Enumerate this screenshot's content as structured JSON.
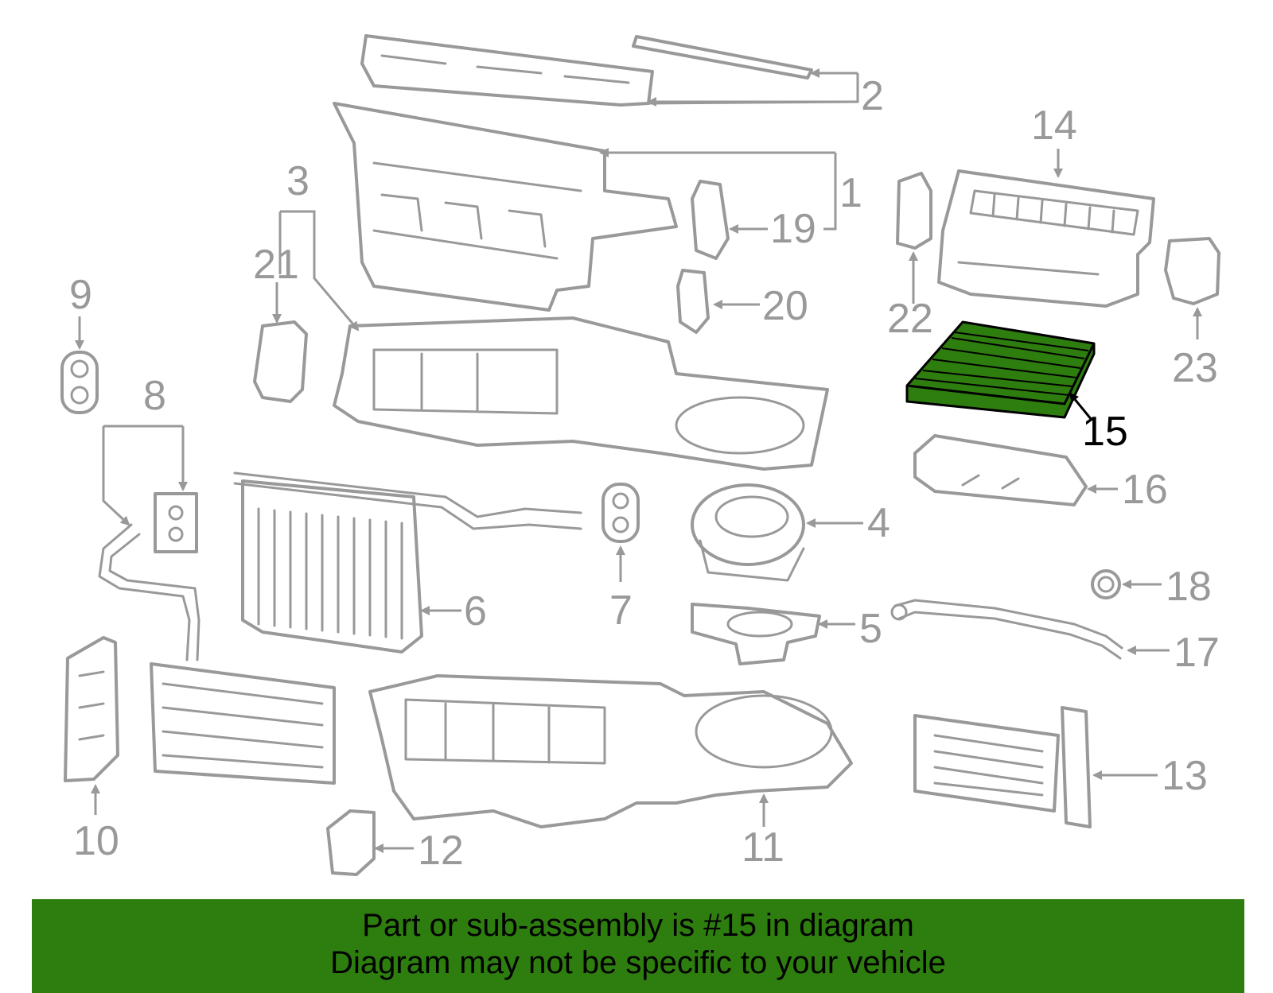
{
  "labels": [
    "1",
    "2",
    "3",
    "4",
    "5",
    "6",
    "7",
    "8",
    "9",
    "10",
    "11",
    "12",
    "13",
    "14",
    "15",
    "16",
    "17",
    "18",
    "19",
    "20",
    "21",
    "22",
    "23"
  ],
  "highlighted_part": "15",
  "colors": {
    "outline": "#999999",
    "highlight_fill": "#2e7d0f",
    "banner_bg": "#2e7d0f",
    "text": "#000000"
  },
  "banner": {
    "line1": "Part or sub-assembly is #15 in diagram",
    "line2": "Diagram may not be specific to your vehicle"
  }
}
